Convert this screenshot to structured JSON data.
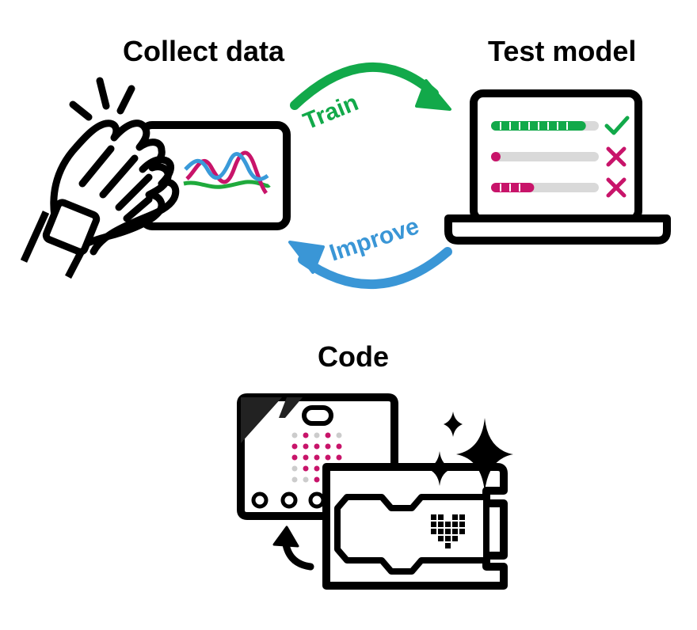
{
  "stages": {
    "collect": "Collect data",
    "test": "Test model",
    "code": "Code"
  },
  "arrows": {
    "train": "Train",
    "improve": "Improve"
  },
  "colors": {
    "train_green": "#12a94a",
    "improve_blue": "#3a96d6",
    "accent_pink": "#c8146a",
    "wave_blue": "#3a9ad9",
    "wave_green": "#1faa3c",
    "bar_gray": "#d9d9d9",
    "outline": "#000000"
  },
  "model_results": [
    {
      "confidence": 0.88,
      "result": "correct"
    },
    {
      "confidence": 0.05,
      "result": "wrong"
    },
    {
      "confidence": 0.4,
      "result": "wrong"
    }
  ],
  "icons": [
    "clapping-hand-icon",
    "smartwatch-icon",
    "data-graph-icon",
    "laptop-icon",
    "check-icon",
    "cross-icon",
    "microbit-icon",
    "code-block-icon",
    "heart-icon",
    "sparkle-icon",
    "curved-arrow-icon"
  ]
}
